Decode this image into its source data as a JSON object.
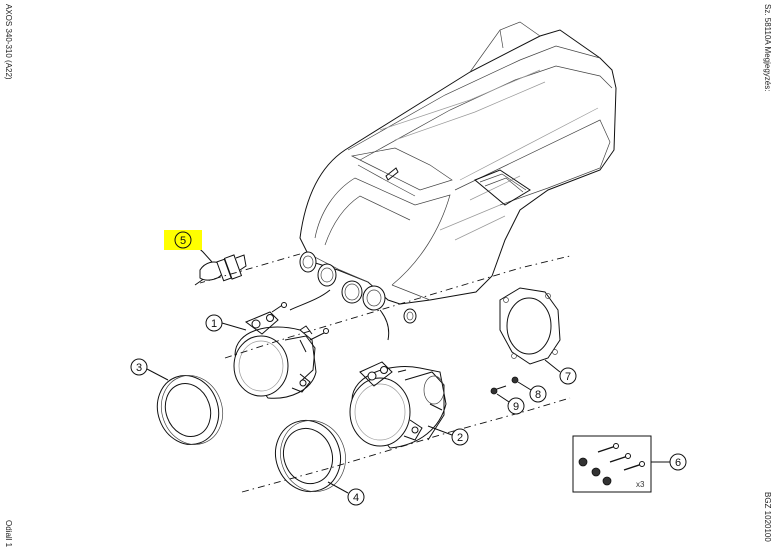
{
  "margin_text": {
    "left_top": "AXOS 340-310 (A22)",
    "left_bottom": "Odiall 1",
    "right_top": "Sz. 58110A  Megjegyzés:",
    "right_bottom": "BGZ 1020100"
  },
  "callouts": [
    {
      "id": "5",
      "highlighted": true
    },
    {
      "id": "1",
      "highlighted": false
    },
    {
      "id": "2",
      "highlighted": false
    },
    {
      "id": "3",
      "highlighted": false
    },
    {
      "id": "4",
      "highlighted": false
    },
    {
      "id": "6",
      "highlighted": false
    },
    {
      "id": "7",
      "highlighted": false
    },
    {
      "id": "8",
      "highlighted": false
    },
    {
      "id": "9",
      "highlighted": false
    }
  ],
  "kit_label": "x3",
  "colors": {
    "highlight": "#ffff00",
    "line": "#111111"
  }
}
